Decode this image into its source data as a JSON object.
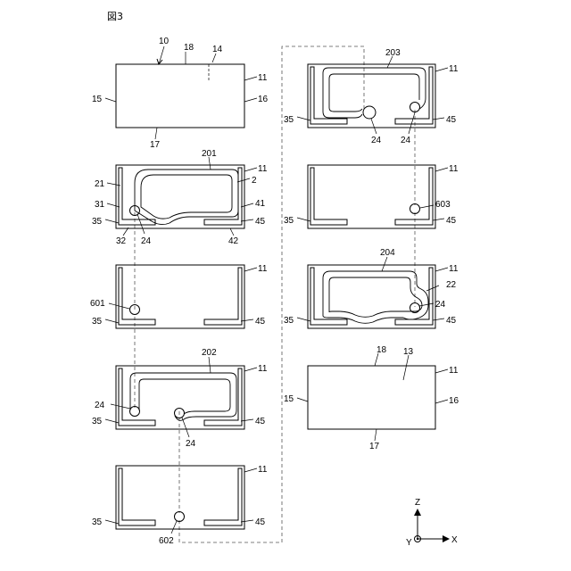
{
  "figure": {
    "title": "図3"
  },
  "panel1": {
    "ref_10": "10",
    "ref_18": "18",
    "ref_14": "14",
    "ref_11": "11",
    "ref_15": "15",
    "ref_16": "16",
    "ref_17": "17"
  },
  "panel2": {
    "ref_201": "201",
    "ref_11": "11",
    "ref_21": "21",
    "ref_2": "2",
    "ref_31": "31",
    "ref_41": "41",
    "ref_35": "35",
    "ref_45": "45",
    "ref_32": "32",
    "ref_24": "24",
    "ref_42": "42"
  },
  "panel3": {
    "ref_11": "11",
    "ref_601": "601",
    "ref_35": "35",
    "ref_45": "45"
  },
  "panel4": {
    "ref_202": "202",
    "ref_11": "11",
    "ref_24a": "24",
    "ref_35": "35",
    "ref_45": "45",
    "ref_24b": "24"
  },
  "panel5": {
    "ref_11": "11",
    "ref_35": "35",
    "ref_45": "45",
    "ref_602": "602"
  },
  "panel6": {
    "ref_203": "203",
    "ref_11": "11",
    "ref_35": "35",
    "ref_45": "45",
    "ref_24a": "24",
    "ref_24b": "24"
  },
  "panel7": {
    "ref_11": "11",
    "ref_603": "603",
    "ref_35": "35",
    "ref_45": "45"
  },
  "panel8": {
    "ref_204": "204",
    "ref_11": "11",
    "ref_22": "22",
    "ref_24": "24",
    "ref_35": "35",
    "ref_45": "45"
  },
  "panel9": {
    "ref_18": "18",
    "ref_13": "13",
    "ref_11": "11",
    "ref_15": "15",
    "ref_16": "16",
    "ref_17": "17"
  },
  "axes": {
    "z": "Z",
    "y": "Y",
    "x": "X"
  }
}
